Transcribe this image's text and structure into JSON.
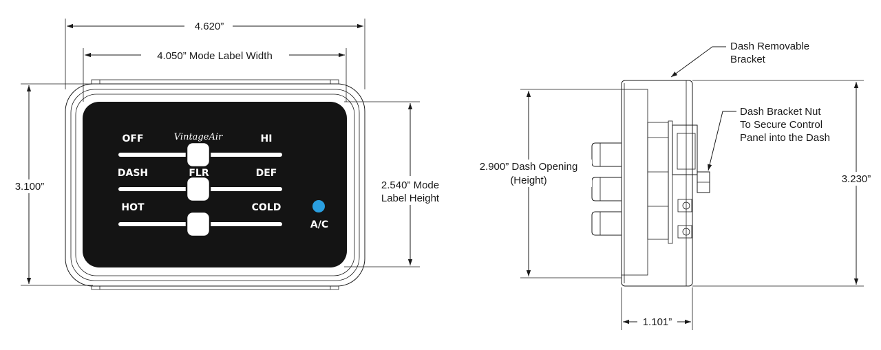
{
  "front_view": {
    "dim_overall_width": "4.620”",
    "dim_label_width": "4.050” Mode Label Width",
    "dim_overall_height": "3.100”",
    "dim_label_height_line1": "2.540” Mode",
    "dim_label_height_line2": "Label Height",
    "panel": {
      "brand": "VintageAir",
      "row1_left": "OFF",
      "row1_right": "HI",
      "row2_left": "DASH",
      "row2_center": "FLR",
      "row2_right": "DEF",
      "row3_left": "HOT",
      "row3_right": "COLD",
      "ac_label": "A/C",
      "indicator_color": "#2a9fe0"
    }
  },
  "side_view": {
    "callout_bracket_line1": "Dash Removable",
    "callout_bracket_line2": "Bracket",
    "callout_nut_line1": "Dash Bracket Nut",
    "callout_nut_line2": "To Secure Control",
    "callout_nut_line3": "Panel into the Dash",
    "dim_dash_opening_line1": "2.900” Dash Opening",
    "dim_dash_opening_line2": "(Height)",
    "dim_overall_height": "3.230”",
    "dim_depth": "1.101”"
  }
}
